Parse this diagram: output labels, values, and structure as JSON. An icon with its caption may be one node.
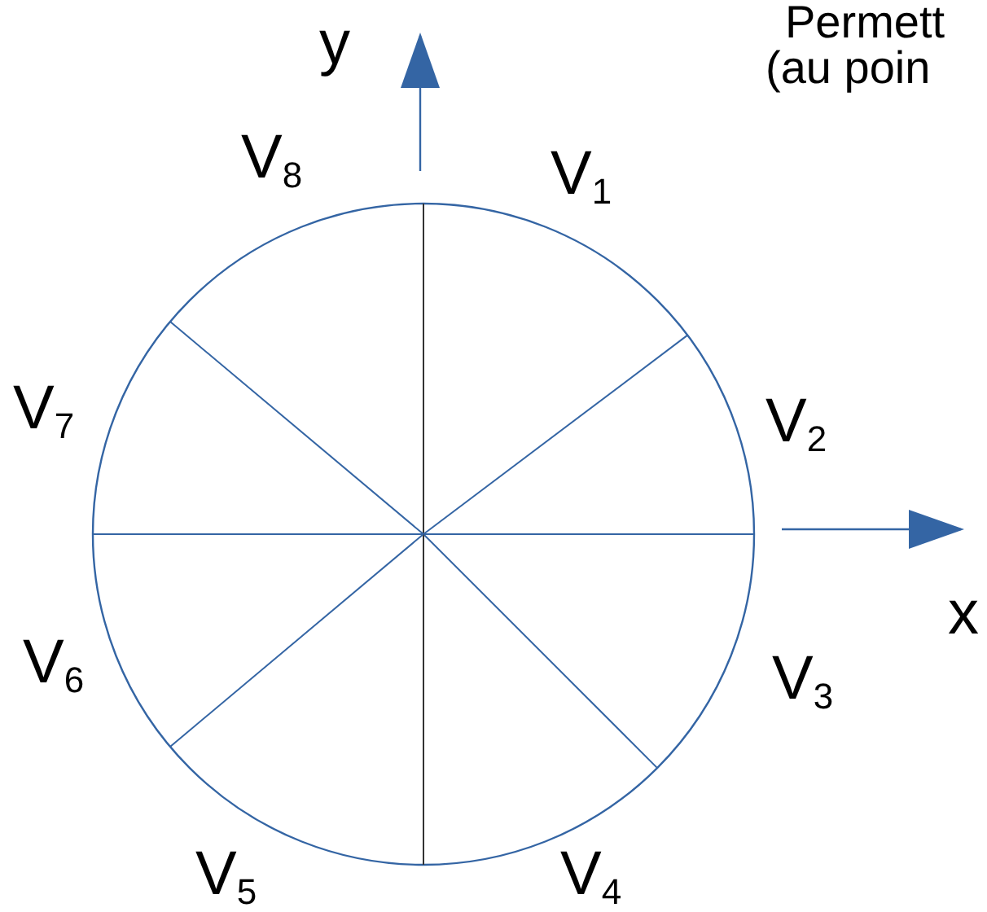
{
  "diagram": {
    "labels": [
      "y",
      "Permett",
      "(au poin",
      "V$_{8}$",
      "V$_{1}$",
      "V$_{7}$",
      "V$_{2}$",
      "x",
      "V$_{6}$",
      "V$_{3}$",
      "V$_{5}$",
      "V$_{4}$"
    ]
  }
}
